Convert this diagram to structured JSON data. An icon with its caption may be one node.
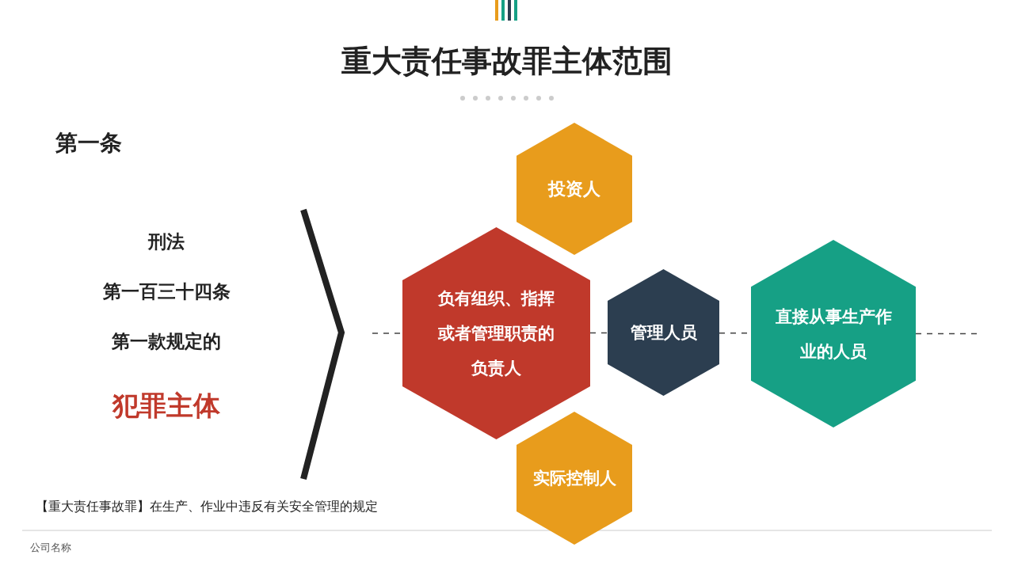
{
  "diagram": {
    "title": "重大责任事故罪主体范围",
    "nodes": [
      {
        "text": [
          "投资人"
        ]
      },
      {
        "text": [
          "负有组织、指挥或者管理职责的负责人"
        ]
      },
      {
        "text": [
          "管理人员"
        ]
      },
      {
        "text": [
          "直接从事生产作业的人员"
        ]
      },
      {
        "text": [
          "实际控制人"
        ]
      }
    ],
    "edges": [
      {
        "from": null,
        "to": 1,
        "arrow": "none",
        "style": "dashed"
      },
      {
        "from": 1,
        "to": 2,
        "arrow": "none",
        "style": "dashed"
      },
      {
        "from": 2,
        "to": 3,
        "arrow": "none",
        "style": "dashed"
      },
      {
        "from": 3,
        "to": null,
        "arrow": "none",
        "style": "dashed"
      }
    ],
    "labels": [
      "第一条",
      "刑法",
      "第一百三十四条",
      "第一款规定的",
      "犯罪主体",
      "【重大责任事故罪】在生产、作业中违反有关安全管理的规定",
      "公司名称"
    ]
  }
}
